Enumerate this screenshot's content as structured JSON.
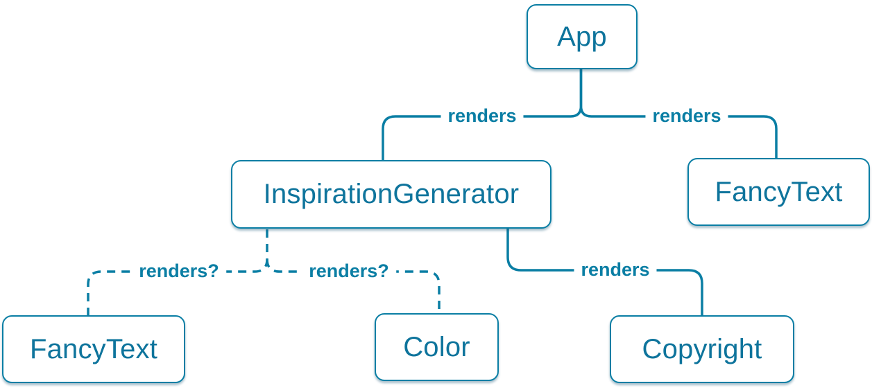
{
  "colors": {
    "accent": "#0a7ea4",
    "node_text": "#0e749c",
    "node_background": "#ffffff",
    "page_background": "#ffffff"
  },
  "nodes": {
    "app": {
      "label": "App"
    },
    "inspiration_generator": {
      "label": "InspirationGenerator"
    },
    "fancy_text_top": {
      "label": "FancyText"
    },
    "fancy_text_bottom": {
      "label": "FancyText"
    },
    "color": {
      "label": "Color"
    },
    "copyright": {
      "label": "Copyright"
    }
  },
  "edges": [
    {
      "from": "App",
      "to": "InspirationGenerator",
      "label": "renders",
      "style": "solid"
    },
    {
      "from": "App",
      "to": "FancyText",
      "label": "renders",
      "style": "solid"
    },
    {
      "from": "InspirationGenerator",
      "to": "FancyText",
      "label": "renders?",
      "style": "dashed"
    },
    {
      "from": "InspirationGenerator",
      "to": "Color",
      "label": "renders?",
      "style": "dashed"
    },
    {
      "from": "InspirationGenerator",
      "to": "Copyright",
      "label": "renders",
      "style": "solid"
    }
  ]
}
